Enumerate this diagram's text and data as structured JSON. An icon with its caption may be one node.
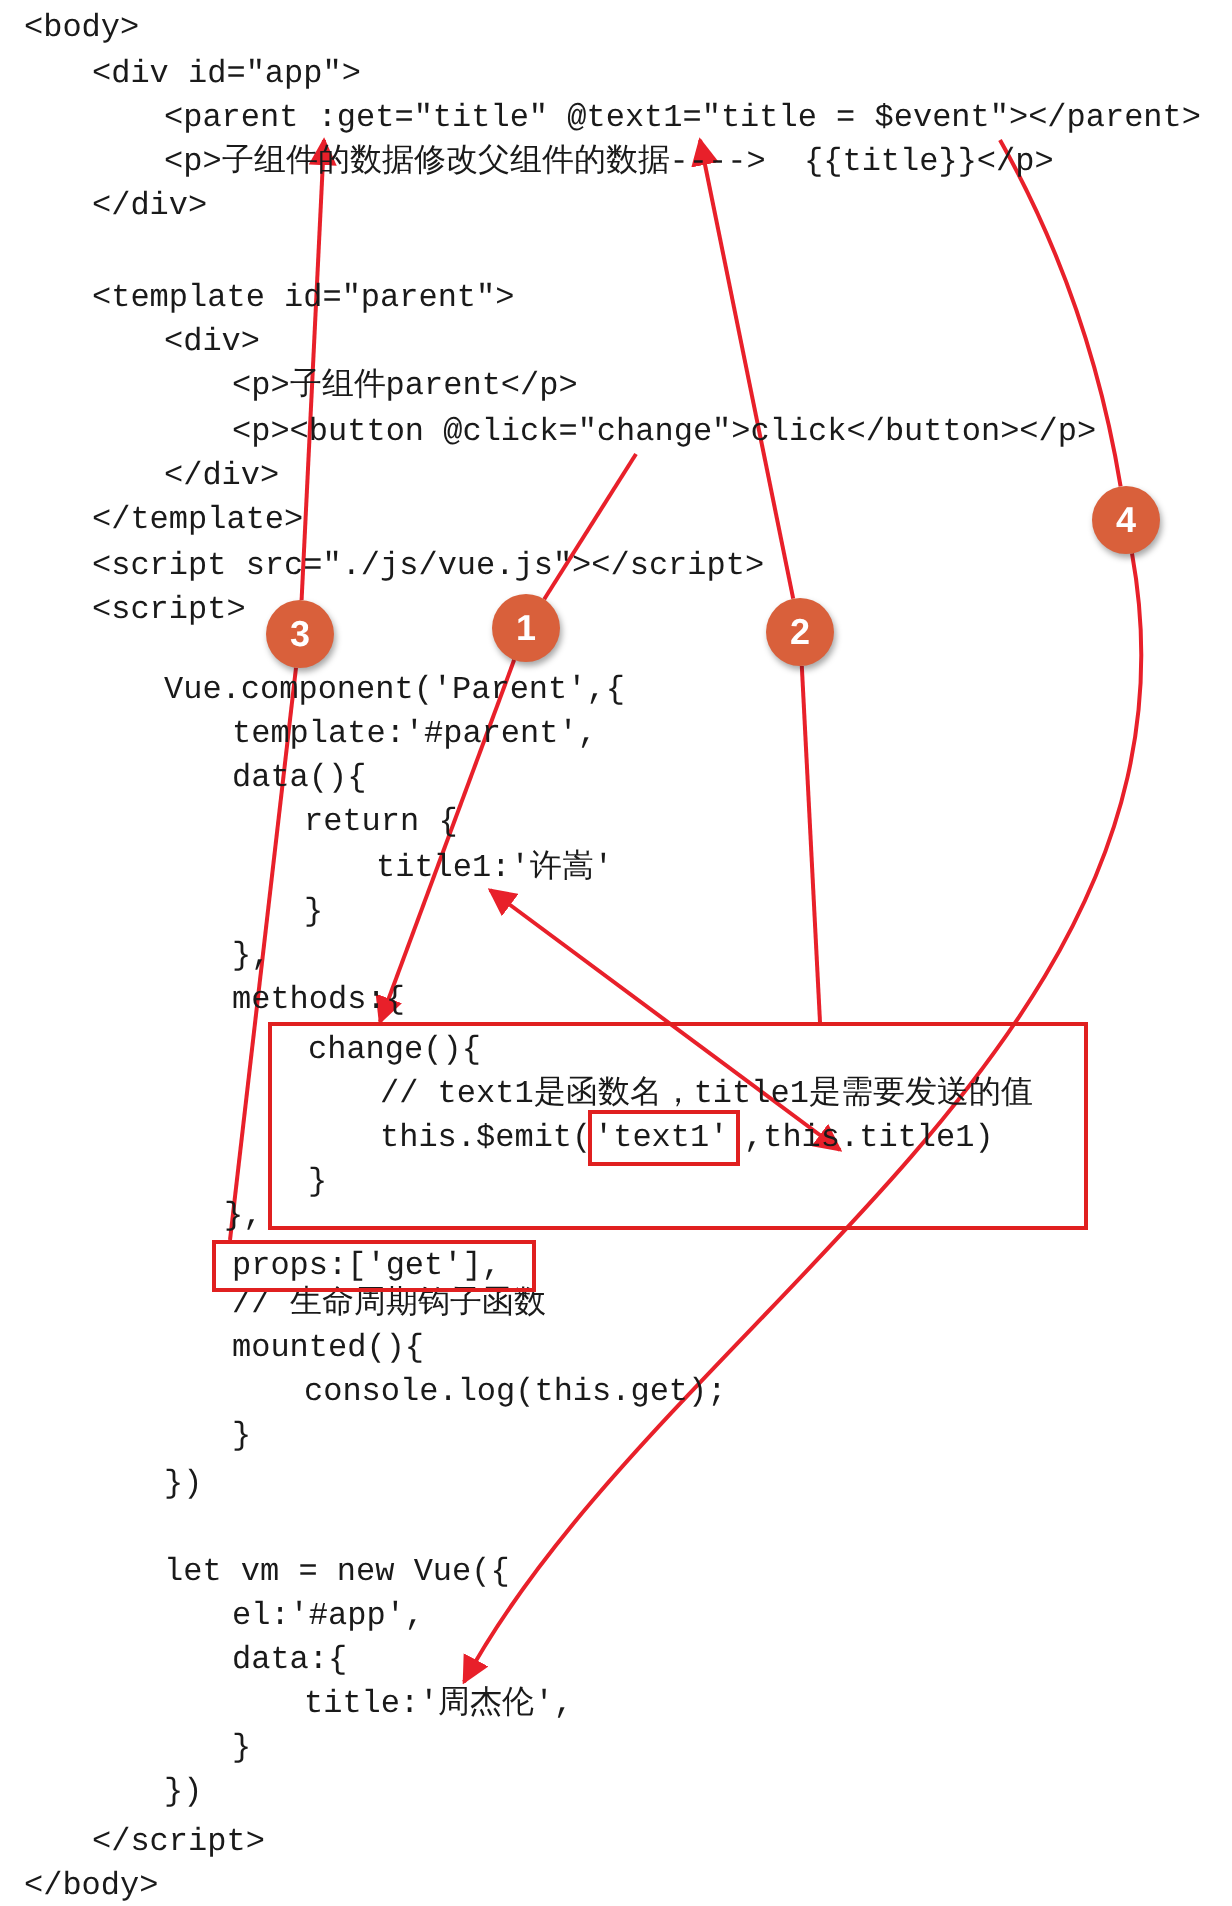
{
  "diagram": {
    "nodes": [
      {
        "text": [
          "<parent :get=\"title\" @text1=\"title = $event\"></parent>"
        ]
      },
      {
        "text": [
          "<p><button @click=\"change\">click</button></p>"
        ]
      },
      {
        "text": [
          "4"
        ]
      },
      {
        "text": [
          "3"
        ]
      },
      {
        "text": [
          "2"
        ]
      },
      {
        "text": [
          "1"
        ]
      },
      {
        "text": [
          "title1:'许嵩'"
        ]
      },
      {
        "text": [
          "change(){",
          "// text1是函数名，title1是需要发送的值",
          "this.$emit(",
          ",this.title1)",
          "}"
        ]
      },
      {
        "text": [
          "'text1'"
        ],
        "in": 7
      },
      {
        "text": [
          "props:['get'],"
        ]
      },
      {
        "text": [
          "title:'周杰伦',"
        ]
      }
    ],
    "edges": [
      {
        "from": 5,
        "to": 1,
        "arrow": "none"
      },
      {
        "from": 5,
        "to": 7,
        "arrow": "to"
      },
      {
        "from": 4,
        "to": 0,
        "arrow": "to"
      },
      {
        "from": 7,
        "to": 4,
        "arrow": "none"
      },
      {
        "from": 6,
        "to": 7,
        "arrow": "both"
      },
      {
        "from": 3,
        "to": 0,
        "arrow": "to"
      },
      {
        "from": 9,
        "to": 3,
        "arrow": "none"
      },
      {
        "from": 0,
        "to": 2,
        "arrow": "none"
      },
      {
        "from": 2,
        "to": 10,
        "arrow": "to"
      }
    ],
    "labels": [
      "<body>",
      "<div id=\"app\">",
      "<p>子组件的数据修改父组件的数据---->  {{title}}</p>",
      "</div>",
      "<template id=\"parent\">",
      "<div>",
      "<p>子组件parent</p>",
      "</div>",
      "</template>",
      "<script src=\"./js/vue.js\"></script>",
      "<script>",
      "Vue.component('Parent',{",
      "template:'#parent',",
      "data(){",
      "return {",
      "}",
      "},",
      "methods:{",
      "},",
      "// 生命周期钩子函数",
      "mounted(){",
      "console.log(this.get);",
      "}",
      "})",
      "let vm = new Vue({",
      "el:'#app',",
      "data:{",
      "}",
      "})",
      "</script>",
      "</body>"
    ]
  }
}
